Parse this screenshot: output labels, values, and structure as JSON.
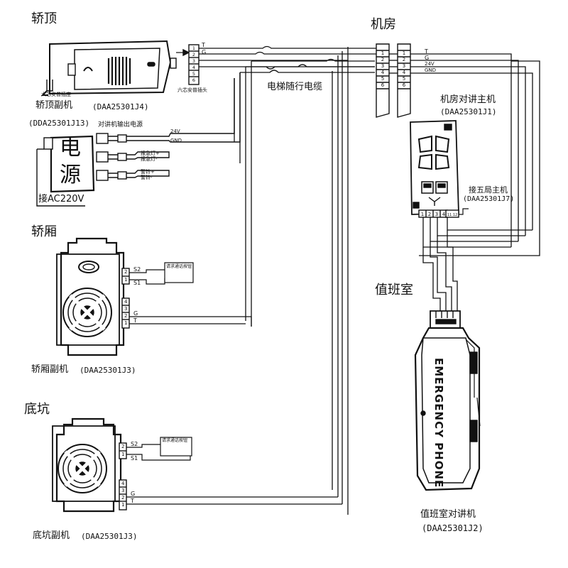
{
  "sections": {
    "car_top": "轿顶",
    "machine_room": "机房",
    "car": "轿厢",
    "pit": "底坑",
    "duty_room": "值班室"
  },
  "car_top": {
    "label": "轿顶副机",
    "model": "(DAA25301J4)",
    "socket_left": "六芯安普插座",
    "plug": "六芯安普插头"
  },
  "cable": {
    "label": "电梯随行电缆"
  },
  "power": {
    "model": "(DDA25301J13)",
    "output_label": "对讲机输出电源",
    "chars": [
      "电",
      "源"
    ],
    "ac_label": "接AC220V",
    "v24": "24V",
    "gnd": "GND",
    "pins": [
      "报急灯+",
      "报急灯-",
      "警铃+",
      "警铃-"
    ]
  },
  "machine_room_host": {
    "label": "机房对讲主机",
    "model": "(DAA25301J1)",
    "connect": "接五局主机",
    "connect_model": "(DAA25301J7)",
    "terminals": [
      "1",
      "2",
      "3",
      "4",
      "11",
      "12"
    ]
  },
  "terminal_blocks": {
    "numbers": [
      "1",
      "2",
      "3",
      "4",
      "5",
      "6"
    ],
    "signals": [
      "T",
      "G",
      "24V",
      "GND"
    ]
  },
  "car_unit": {
    "label": "轿厢副机",
    "model": "(DAA25301J3)",
    "button_label": "请求通话按钮",
    "s_pins": [
      "2",
      "1"
    ],
    "s_labels": [
      "S2",
      "S1"
    ],
    "pins": [
      "4",
      "3",
      "2",
      "1"
    ],
    "signals": [
      "G",
      "T"
    ]
  },
  "pit_unit": {
    "label": "底坑副机",
    "model": "(DAA25301J3)",
    "button_label": "请求通话按钮",
    "s_pins": [
      "2",
      "1"
    ],
    "s_labels": [
      "S2",
      "S1"
    ],
    "pins": [
      "4",
      "3",
      "2",
      "1"
    ],
    "signals": [
      "G",
      "T"
    ]
  },
  "duty_phone": {
    "label": "值班室对讲机",
    "model": "(DAA25301J2)",
    "text": "EMERGENCY PHONE"
  }
}
